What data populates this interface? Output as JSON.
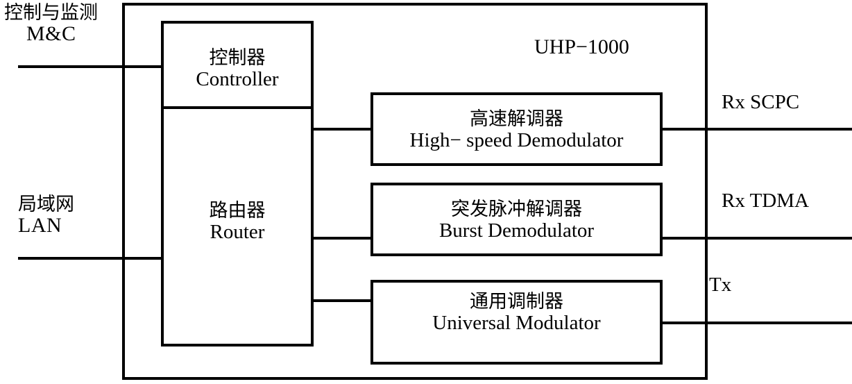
{
  "diagram": {
    "title": "UHP−1000",
    "outer_frame": {
      "name": "UHP-1000 chassis boundary"
    },
    "stroke_color": "#000000",
    "background_color": "#ffffff",
    "inputs": [
      {
        "id": "mc",
        "cn": "控制与监测",
        "en": "M&C"
      },
      {
        "id": "lan",
        "cn": "局域网",
        "en": "LAN"
      }
    ],
    "blocks": [
      {
        "id": "controller",
        "cn": "控制器",
        "en": "Controller"
      },
      {
        "id": "router",
        "cn": "路由器",
        "en": "Router"
      },
      {
        "id": "hsdemod",
        "cn": "高速解调器",
        "en": "High− speed Demodulator"
      },
      {
        "id": "burstdemod",
        "cn": "突发脉冲解调器",
        "en": "Burst Demodulator"
      },
      {
        "id": "modulator",
        "cn": "通用调制器",
        "en": "Universal Modulator"
      }
    ],
    "outputs": [
      {
        "id": "rx_scpc",
        "label": "Rx SCPC"
      },
      {
        "id": "rx_tdma",
        "label": "Rx TDMA"
      },
      {
        "id": "tx",
        "label": "Tx"
      }
    ]
  }
}
